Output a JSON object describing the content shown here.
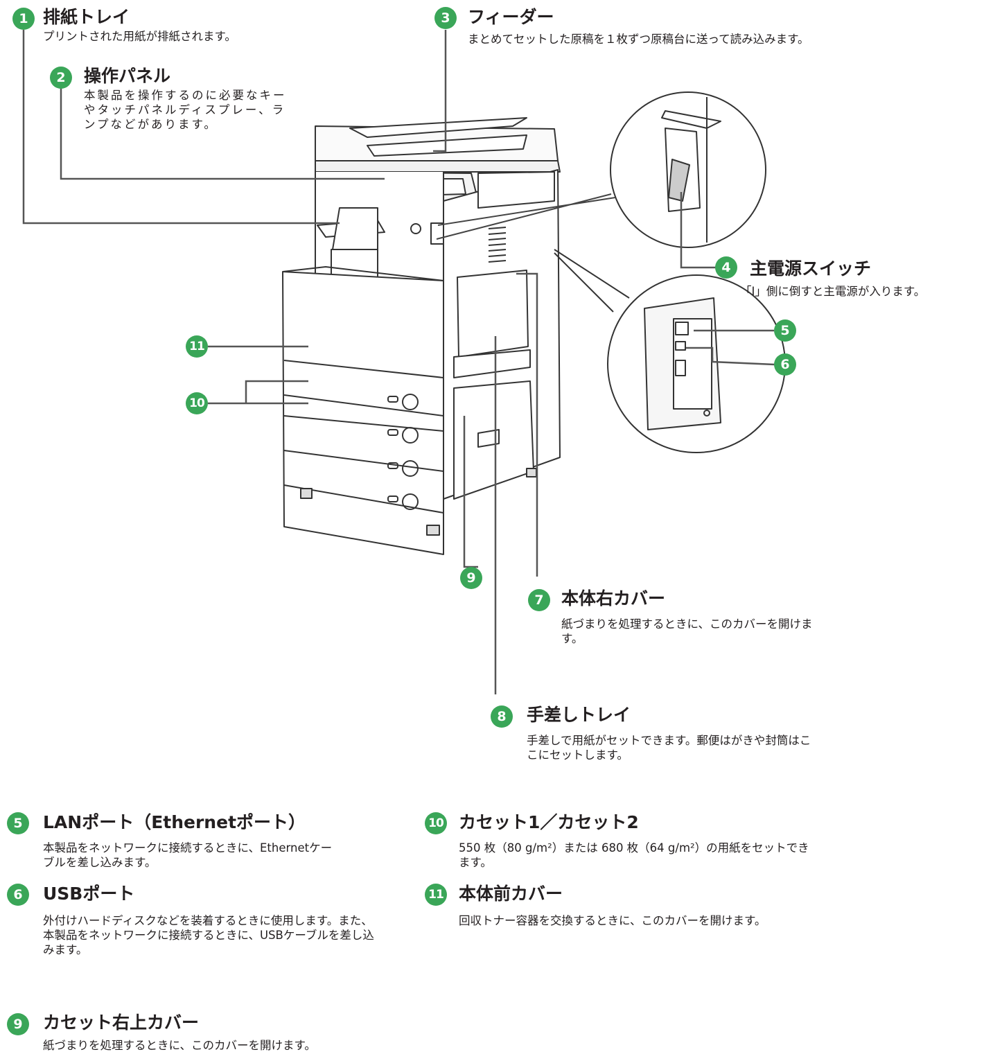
{
  "callouts": [
    {
      "num": "1",
      "title": "排紙トレイ",
      "desc": "プリントされた用紙が排紙されます。"
    },
    {
      "num": "2",
      "title": "操作パネル",
      "desc": "本製品を操作するのに必要なキーやタッチパネルディスプレー、ランプなどがあります。"
    },
    {
      "num": "3",
      "title": "フィーダー",
      "desc": "まとめてセットした原稿を１枚ずつ原稿台に送って読み込みます。"
    },
    {
      "num": "4",
      "title": "主電源スイッチ",
      "desc": "「I」側に倒すと主電源が入ります。"
    },
    {
      "num": "5",
      "title": "LANポート（Ethernetポート）",
      "desc": "本製品をネットワークに接続するときに、Ethernetケーブルを差し込みます。"
    },
    {
      "num": "6",
      "title": "USBポート",
      "desc": "外付けハードディスクなどを装着するときに使用します。また、本製品をネットワークに接続するときに、USBケーブルを差し込みます。"
    },
    {
      "num": "7",
      "title": "本体右カバー",
      "desc": "紙づまりを処理するときに、このカバーを開けます。"
    },
    {
      "num": "8",
      "title": "手差しトレイ",
      "desc": "手差しで用紙がセットできます。郵便はがきや封筒はここにセットします。"
    },
    {
      "num": "9",
      "title": "カセット右上カバー",
      "desc": "紙づまりを処理するときに、このカバーを開けます。"
    },
    {
      "num": "10",
      "title": "カセット1／カセット2",
      "desc": "550 枚（80 g/m²）または 680 枚（64 g/m²）の用紙をセットできます。"
    },
    {
      "num": "11",
      "title": "本体前カバー",
      "desc": "回収トナー容器を交換するときに、このカバーを開けます。"
    }
  ],
  "colors": {
    "badge": "#3aa658",
    "line": "#555555",
    "text": "#231f20"
  }
}
